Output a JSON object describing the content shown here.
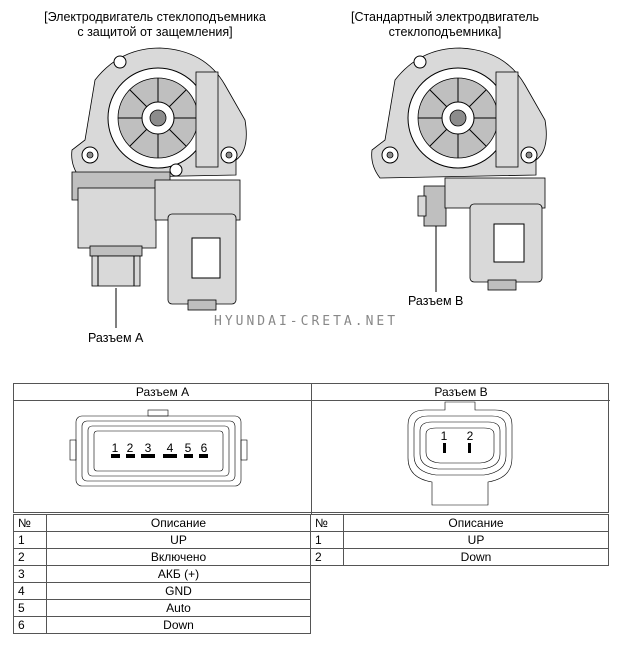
{
  "captions": {
    "motor_a": "[Электродвигатель стеклоподъемника\nс защитой от защемления]",
    "motor_b": "[Стандартный электродвигатель\nстеклоподъемника]"
  },
  "labels": {
    "connector_a": "Разъем A",
    "connector_b": "Разъем B"
  },
  "watermark": "HYUNDAI-CRETA.NET",
  "table": {
    "header_a": "Разъем A",
    "header_b": "Разъем B",
    "col_no": "№",
    "col_desc": "Описание",
    "pins_a": [
      {
        "no": "1",
        "desc": "UP"
      },
      {
        "no": "2",
        "desc": "Включено"
      },
      {
        "no": "3",
        "desc": "АКБ (+)"
      },
      {
        "no": "4",
        "desc": "GND"
      },
      {
        "no": "5",
        "desc": "Auto"
      },
      {
        "no": "6",
        "desc": "Down"
      }
    ],
    "pins_b": [
      {
        "no": "1",
        "desc": "UP"
      },
      {
        "no": "2",
        "desc": "Down"
      }
    ],
    "connector_a_pins": [
      "1",
      "2",
      "3",
      "4",
      "5",
      "6"
    ],
    "connector_b_pins": [
      "1",
      "2"
    ]
  }
}
